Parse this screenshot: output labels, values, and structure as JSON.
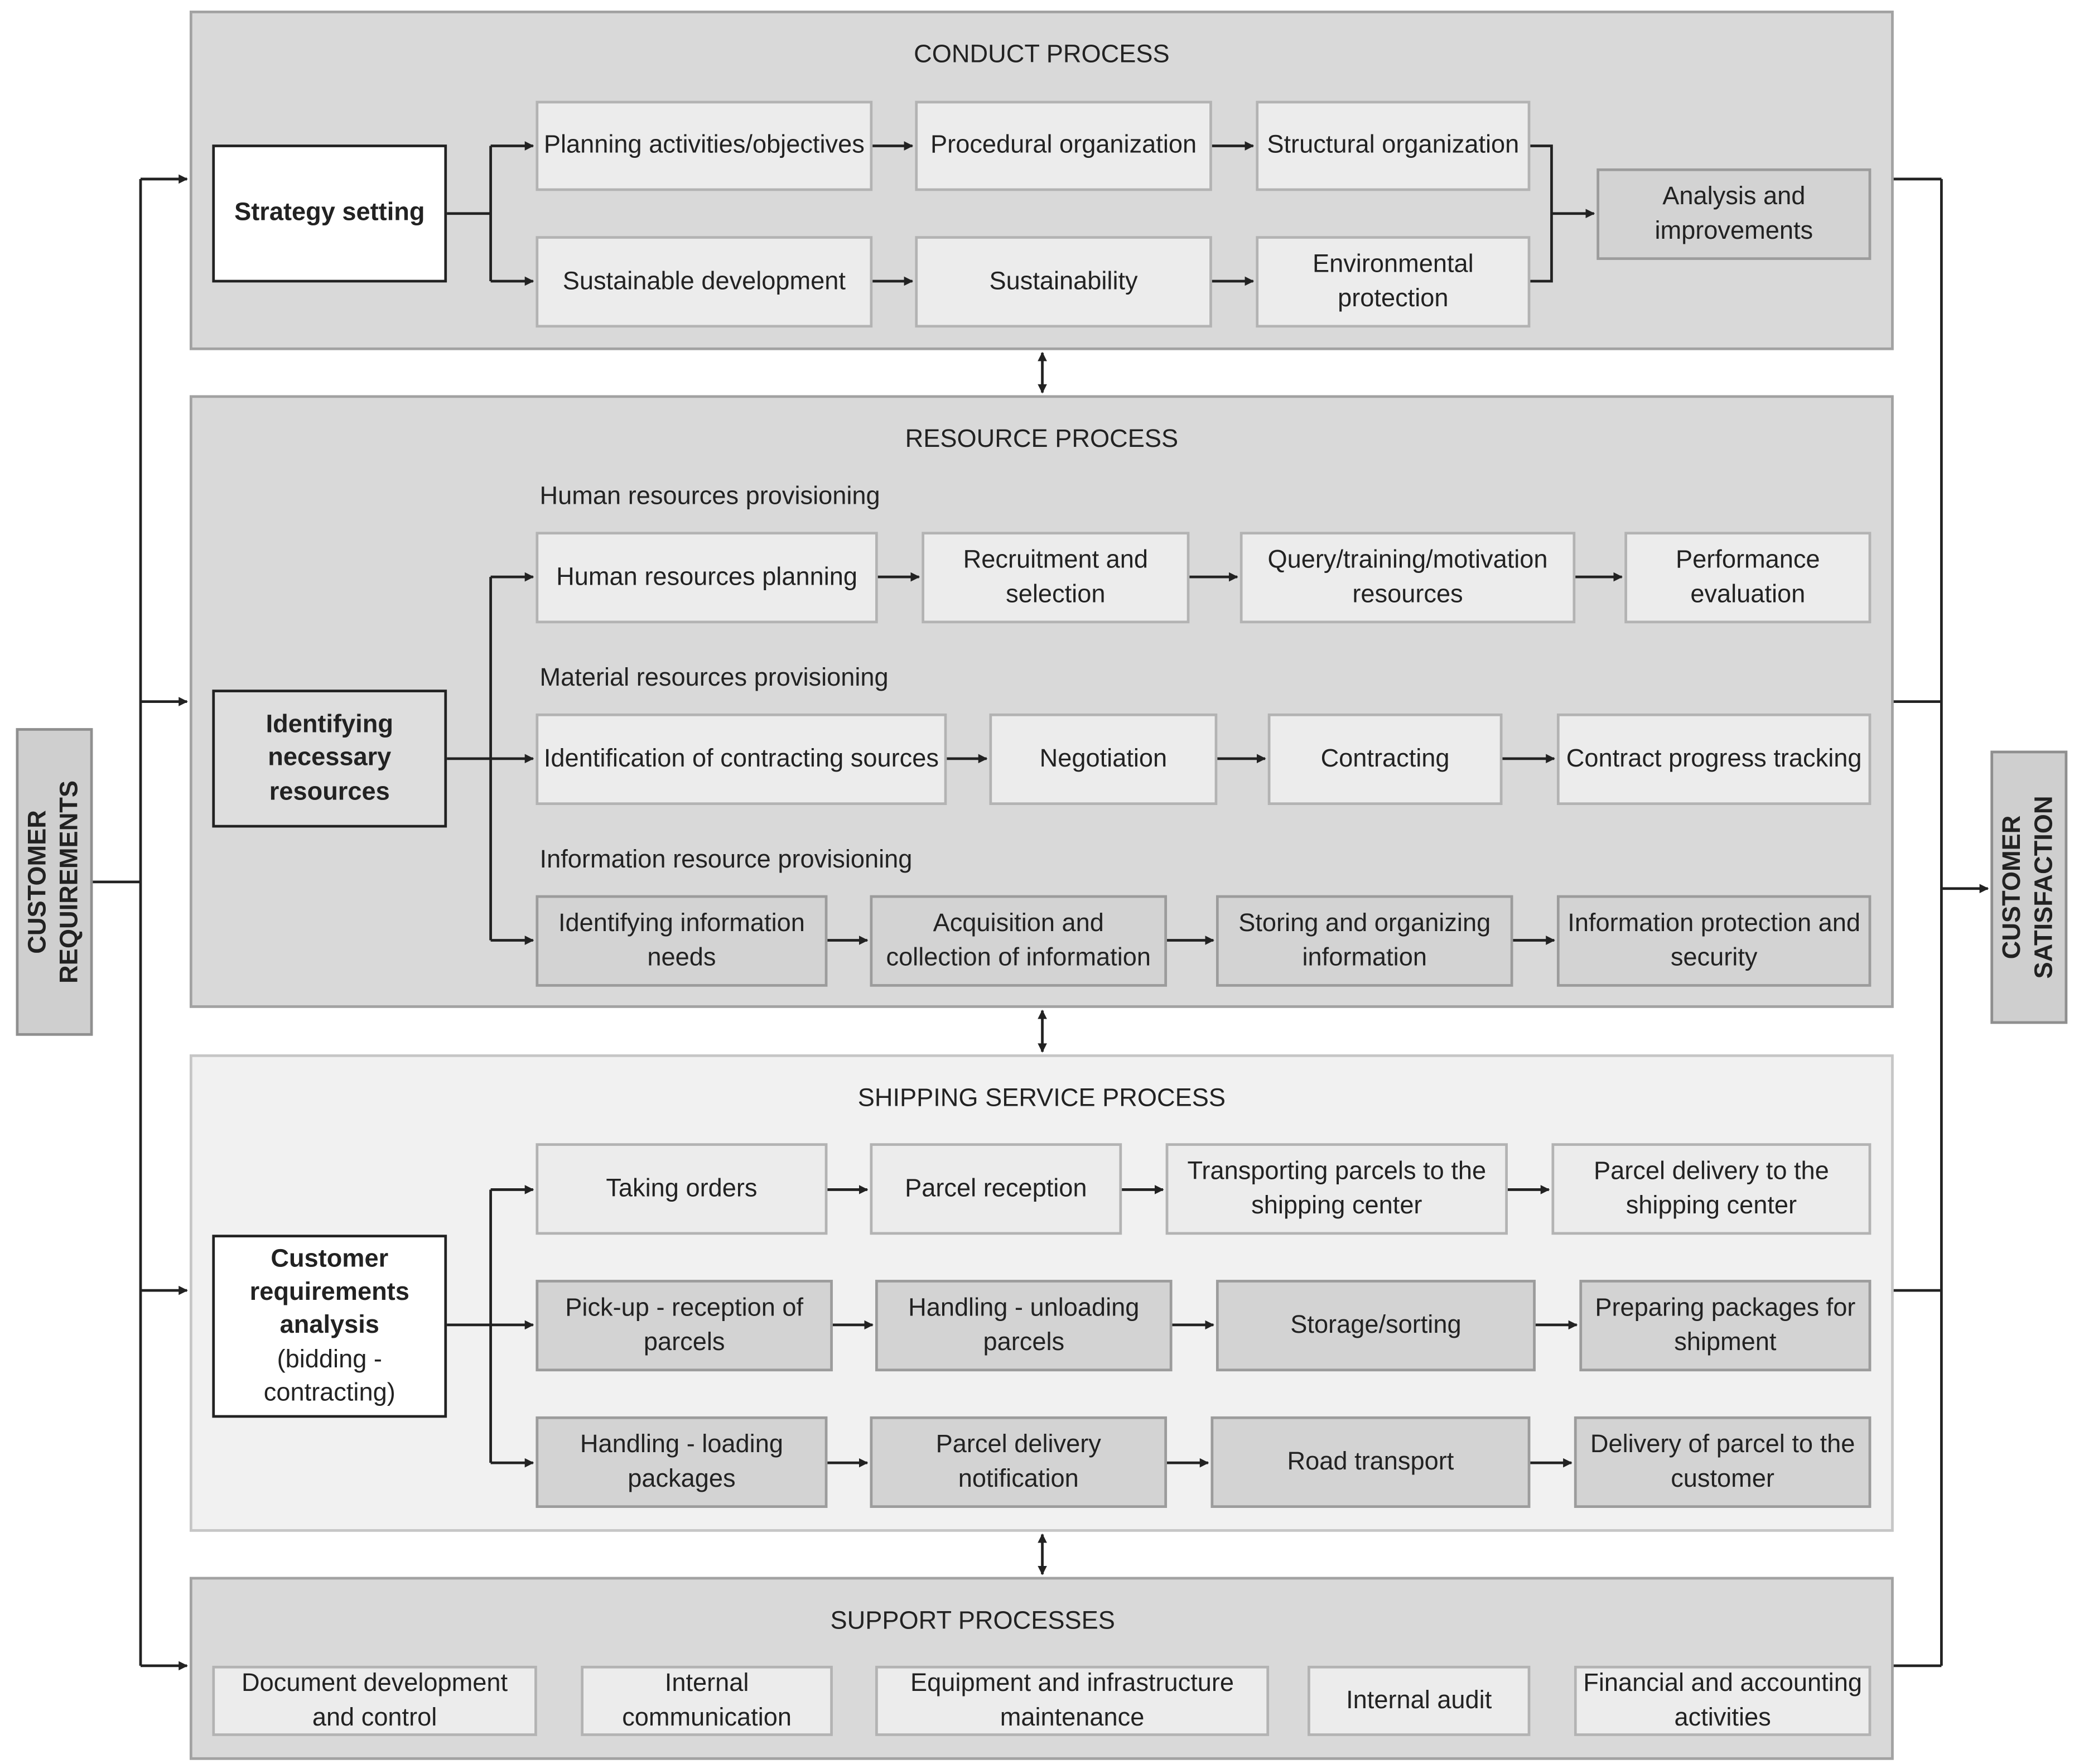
{
  "left_label": "CUSTOMER\nREQUIREMENTS",
  "right_label": "CUSTOMER\nSATISFACTION",
  "conduct": {
    "title": "CONDUCT PROCESS",
    "key": "Strategy setting",
    "row1": [
      "Planning activities/objectives",
      "Procedural organization",
      "Structural organization"
    ],
    "row2": [
      "Sustainable development",
      "Sustainability",
      "Environmental protection"
    ],
    "result": "Analysis and improvements"
  },
  "resource": {
    "title": "RESOURCE PROCESS",
    "key": "Identifying necessary resources",
    "human": {
      "label": "Human resources provisioning",
      "items": [
        "Human resources planning",
        "Recruitment and selection",
        "Query/training/motivation resources",
        "Performance evaluation"
      ]
    },
    "material": {
      "label": "Material resources provisioning",
      "items": [
        "Identification of contracting sources",
        "Negotiation",
        "Contracting",
        "Contract progress tracking"
      ]
    },
    "information": {
      "label": "Information resource provisioning",
      "items": [
        "Identifying information needs",
        "Acquisition and collection of information",
        "Storing and organizing information",
        "Information protection and security"
      ]
    }
  },
  "shipping": {
    "title": "SHIPPING SERVICE PROCESS",
    "key_bold": "Customer requirements analysis",
    "key_normal": "(bidding - contracting)",
    "row1": [
      "Taking orders",
      "Parcel reception",
      "Transporting parcels to the shipping center",
      "Parcel delivery to the shipping center"
    ],
    "row2": [
      "Pick-up - reception of parcels",
      "Handling - unloading parcels",
      "Storage/sorting",
      "Preparing packages for shipment"
    ],
    "row3": [
      "Handling - loading packages",
      "Parcel delivery notification",
      "Road transport",
      "Delivery of parcel to the customer"
    ]
  },
  "support": {
    "title": "SUPPORT PROCESSES",
    "items": [
      "Document development and control",
      "Internal communication",
      "Equipment and infrastructure maintenance",
      "Internal audit",
      "Financial and accounting activities"
    ]
  }
}
